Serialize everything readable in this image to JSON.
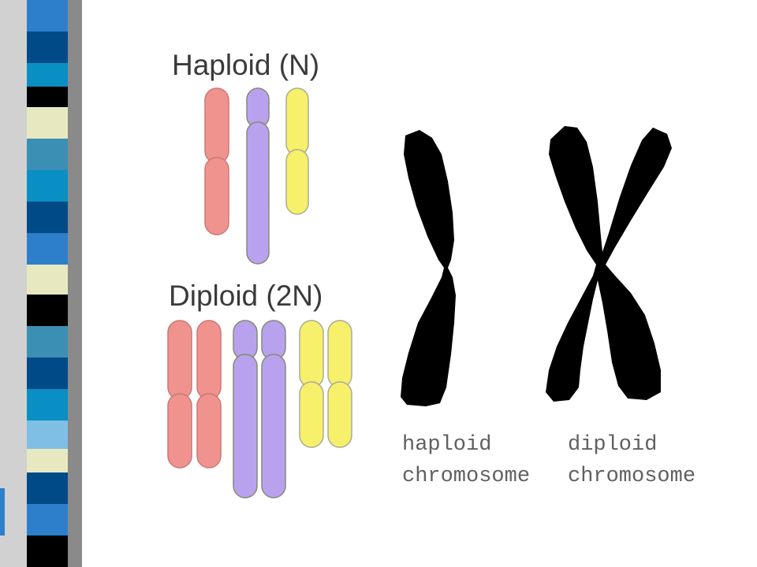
{
  "slide": {
    "haploid_title": "Haploid (N)",
    "diploid_title": "Diploid (2N)",
    "haploid_caption_line1": "haploid",
    "haploid_caption_line2": "chromosome",
    "diploid_caption_line1": "diploid",
    "diploid_caption_line2": "chromosome"
  },
  "colors": {
    "chromosome_red": "#f0938e",
    "chromosome_purple": "#b8a2ee",
    "chromosome_yellow": "#f6f06a",
    "chromosome_outline": "#888888",
    "drawing_black": "#000000",
    "stripe_palette": [
      "#004a87",
      "#2d7fcc",
      "#0a8fc4",
      "#e8e8c0",
      "#000000",
      "#7fbfe6",
      "#3c8fb4"
    ]
  }
}
